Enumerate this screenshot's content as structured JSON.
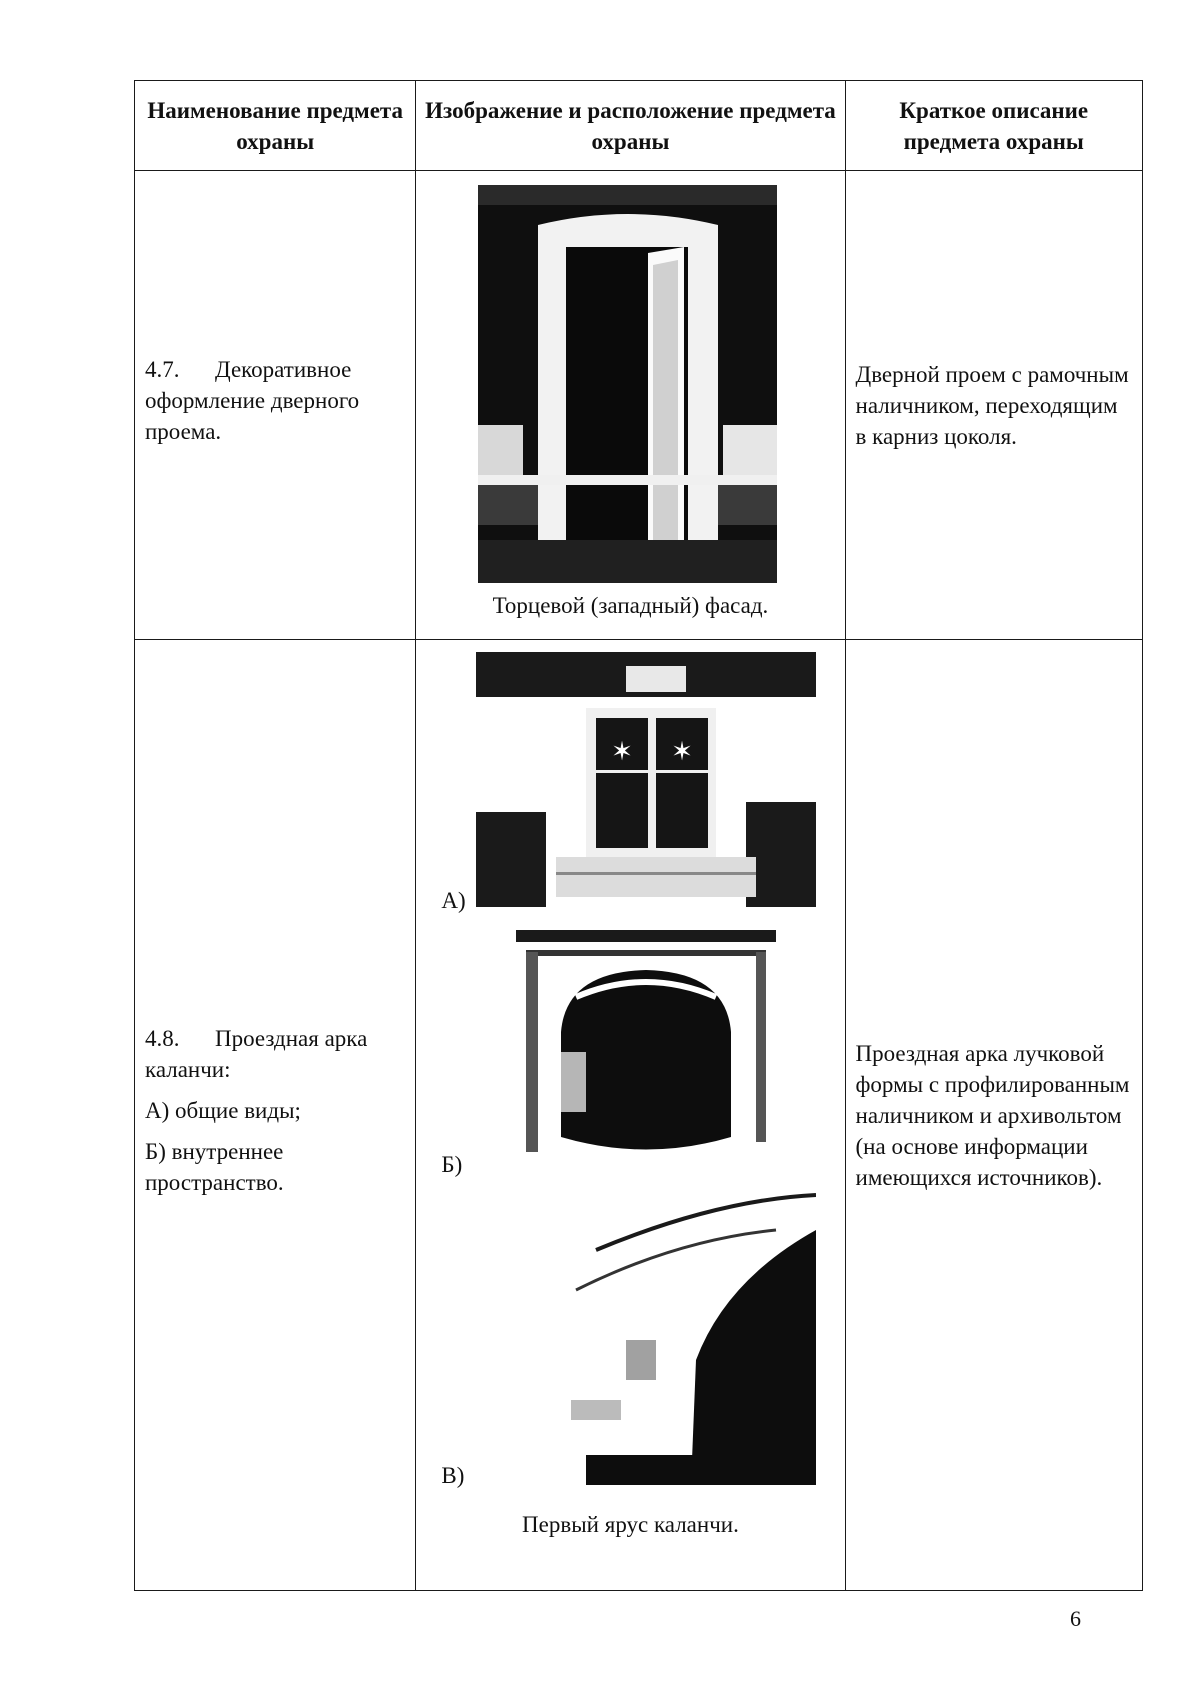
{
  "table": {
    "headers": [
      "Наименование предмета охраны",
      "Изображение и расположение предмета охраны",
      "Краткое описание предмета охраны"
    ],
    "rows": [
      {
        "number": "4.7.",
        "name": "Декоративное оформление дверного проема.",
        "caption": "Торцевой (западный) фасад.",
        "description": "Дверной проем с рамочным наличником, переходящим в карниз цоколя.",
        "images": [
          {
            "icon": "doorway-photo"
          }
        ]
      },
      {
        "number": "4.8.",
        "name": "Проездная арка каланчи:",
        "items": [
          "А) общие виды;",
          "Б) внутреннее пространство."
        ],
        "caption": "Первый ярус каланчи.",
        "description": "Проездная арка лучковой формы с профилированным наличником и архивольтом (на основе информации имеющихся источников).",
        "images": [
          {
            "label": "А)",
            "icon": "arch-window-photo"
          },
          {
            "label": "Б)",
            "icon": "arch-opening-photo"
          },
          {
            "label": "В)",
            "icon": "arch-interior-photo"
          }
        ]
      }
    ]
  },
  "page_number": "6",
  "colors": {
    "ink": "#111111",
    "photo_dark": "#0f0f0f",
    "paper": "#ffffff"
  }
}
